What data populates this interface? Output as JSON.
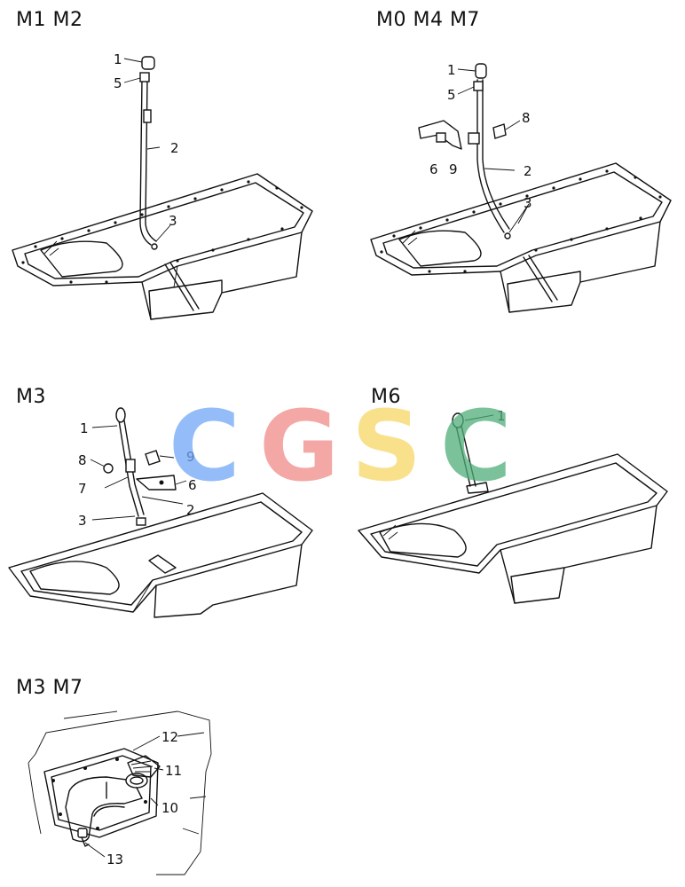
{
  "sections": [
    {
      "id": "m1m2",
      "title": "M1 M2",
      "callouts": [
        "1",
        "5",
        "2",
        "3"
      ]
    },
    {
      "id": "m0m4m7",
      "title": "M0 M4 M7",
      "callouts": [
        "1",
        "5",
        "8",
        "6",
        "9",
        "2",
        "3"
      ]
    },
    {
      "id": "m3",
      "title": "M3",
      "callouts": [
        "1",
        "8",
        "9",
        "7",
        "6",
        "2",
        "3"
      ]
    },
    {
      "id": "m6",
      "title": "M6",
      "callouts": [
        "1"
      ]
    },
    {
      "id": "m3m7",
      "title": "M3 M7",
      "callouts": [
        "12",
        "11",
        "10",
        "13"
      ]
    }
  ],
  "watermark": {
    "letters": [
      "C",
      "G",
      "S",
      "C"
    ],
    "colors": [
      "#6fa6f6",
      "#f08b87",
      "#f7d766",
      "#4fae7a"
    ]
  }
}
